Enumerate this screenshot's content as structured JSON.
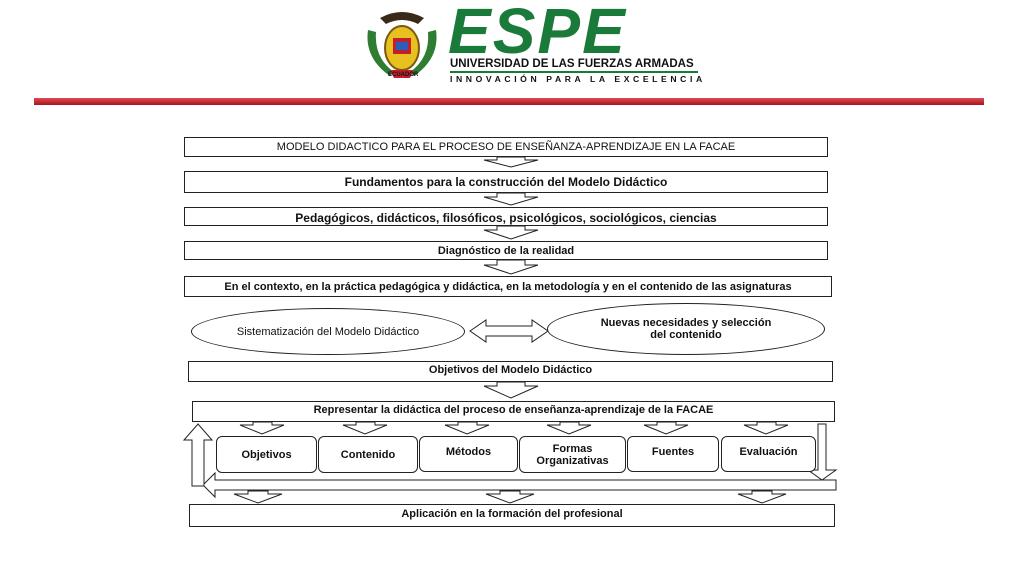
{
  "header": {
    "logo_word": "ESPE",
    "university": "UNIVERSIDAD DE LAS FUERZAS ARMADAS",
    "tagline": "INNOVACIÓN PARA LA EXCELENCIA",
    "seal_caption": "ECUADOR"
  },
  "colors": {
    "brand_green": "#1a7a3a",
    "accent_red": "#c0202b"
  },
  "diagram": {
    "title": "MODELO DIDACTICO PARA EL PROCESO DE ENSEÑANZA-APRENDIZAJE EN LA FACAE",
    "fundamentos": "Fundamentos para la construcción del Modelo Didáctico",
    "ciencias": "Pedagógicos, didácticos, filosóficos, psicológicos, sociológicos, ciencias",
    "diagnostico": "Diagnóstico de la realidad",
    "contexto": "En el contexto, en la práctica pedagógica y didáctica, en la metodología  y en el contenido de las asignaturas",
    "sistematizacion": "Sistematización del Modelo Didáctico",
    "necesidades": "Nuevas necesidades y selección del contenido",
    "objetivos_modelo": "Objetivos del Modelo Didáctico",
    "representar": "Representar la didáctica del proceso de enseñanza-aprendizaje de la FACAE",
    "componentes": [
      "Objetivos",
      "Contenido",
      "Métodos",
      "Formas Organizativas",
      "Fuentes",
      "Evaluación"
    ],
    "aplicacion": "Aplicación en la formación del profesional"
  }
}
